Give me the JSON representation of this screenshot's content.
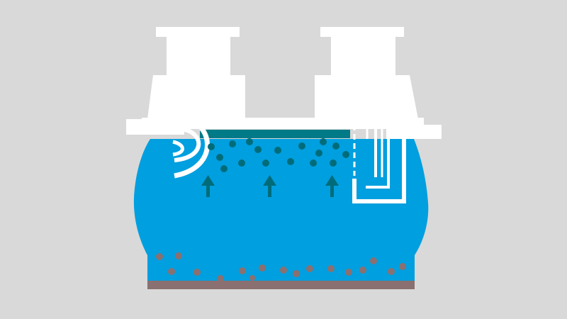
{
  "diagram": {
    "kind": "grease separator cross-section",
    "components": [
      "inlet-pipe",
      "outlet-pipe",
      "access-shaft-left",
      "access-shaft-right",
      "separator-tank",
      "floating-grease-layer",
      "sediment-layer",
      "sludge-particles",
      "grease-droplets",
      "rising-flow-arrows"
    ],
    "colors": {
      "background": "#d9d9d9",
      "water": "#009fdf",
      "grease_layer": "#007a86",
      "grease_droplet": "#006c7a",
      "sediment": "#8a7070",
      "sludge_particle": "#8a7070",
      "pipes_and_shafts": "#ffffff",
      "arrow": "#006c7a"
    },
    "counts": {
      "grease_droplets": 17,
      "sludge_particles": 17,
      "rising_arrows": 3
    }
  }
}
